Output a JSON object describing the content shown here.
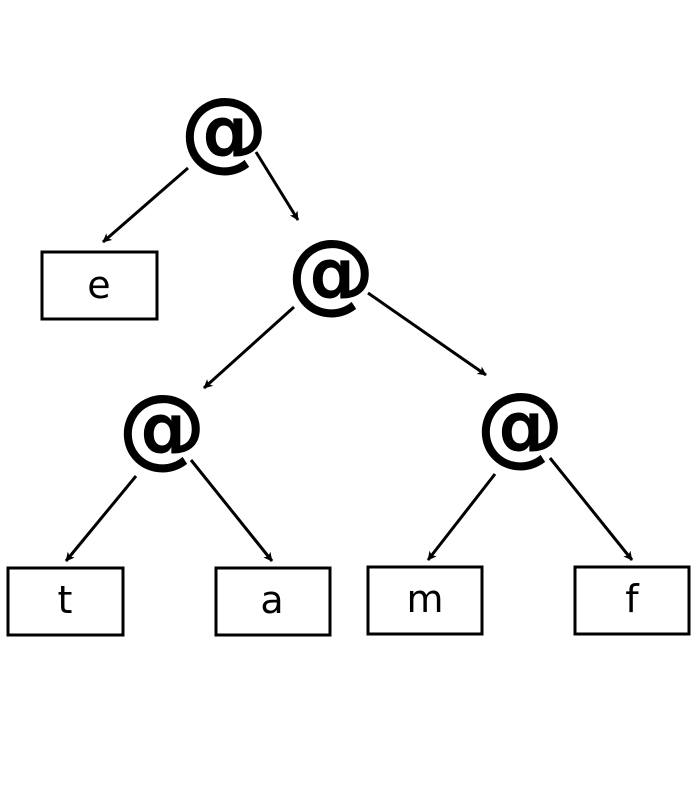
{
  "tree": {
    "apply_symbol": "@",
    "leaves": {
      "e": "e",
      "t": "t",
      "a": "a",
      "m": "m",
      "f": "f"
    }
  },
  "colors": {
    "stroke": "#000000",
    "background": "#ffffff"
  }
}
